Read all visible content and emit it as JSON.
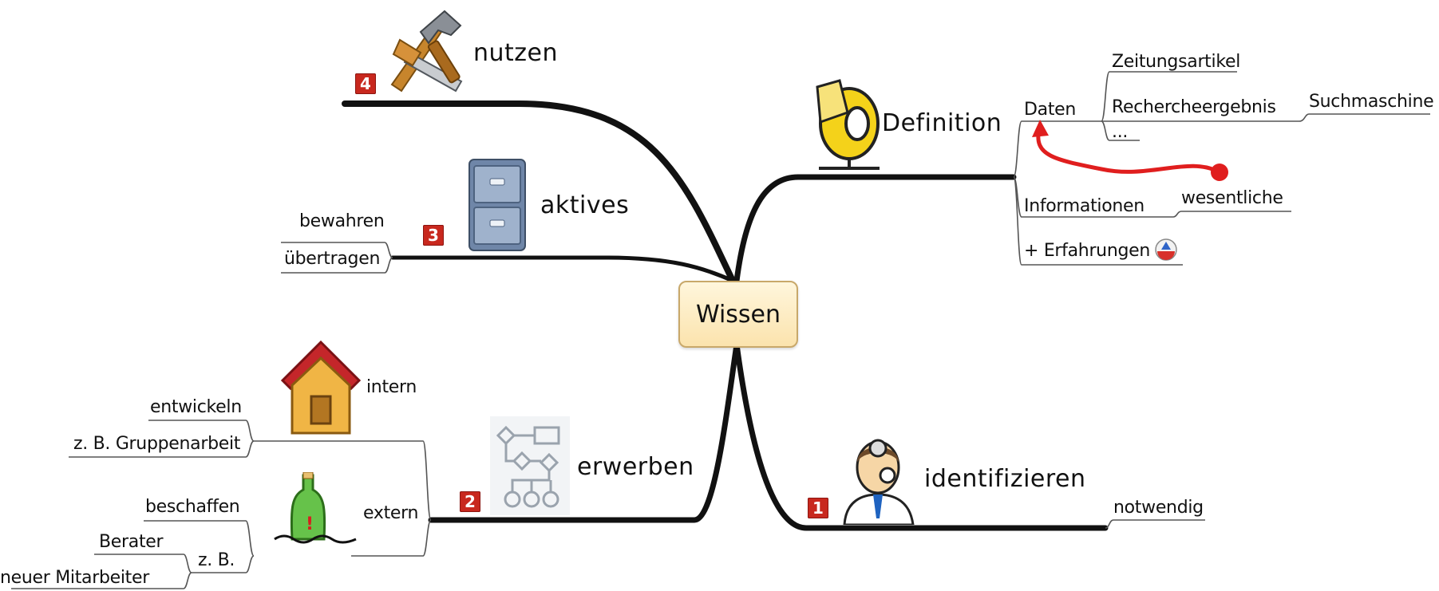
{
  "center": {
    "label": "Wissen"
  },
  "branches": {
    "nutzen": {
      "label": "nutzen",
      "number": "4",
      "icon": "hammer-saw-icon"
    },
    "aktives": {
      "label": "aktives",
      "number": "3",
      "icon": "file-cabinet-icon",
      "children": {
        "bewahren": "bewahren",
        "uebertragen": "übertragen"
      }
    },
    "erwerben": {
      "label": "erwerben",
      "number": "2",
      "icon": "flowchart-icon",
      "intern": {
        "label": "intern",
        "icon": "house-icon",
        "children": {
          "entwickeln": "entwickeln",
          "gruppenarbeit": "z. B. Gruppenarbeit"
        }
      },
      "extern": {
        "label": "extern",
        "icon": "message-in-bottle-icon",
        "children": {
          "beschaffen": "beschaffen",
          "zb": "z. B.",
          "berater": "Berater",
          "mitarbeiter": "neuer Mitarbeiter"
        }
      }
    },
    "definition": {
      "label": "Definition",
      "icon": "film-reel-icon",
      "daten": {
        "label": "Daten",
        "children": {
          "zeitungsartikel": "Zeitungsartikel",
          "recherche": "Rechercheergebnis",
          "suchmaschine": "Suchmaschine",
          "ellipsis": "..."
        }
      },
      "informationen": {
        "label": "Informationen",
        "wesentliche": "wesentliche"
      },
      "erfahrungen": {
        "label": "+ Erfahrungen",
        "icon": "priority-marker-icon"
      }
    },
    "identifizieren": {
      "label": "identifizieren",
      "number": "1",
      "icon": "doctor-icon",
      "children": {
        "notwendig": "notwendig"
      }
    }
  },
  "colors": {
    "branch": "#111111",
    "node_fill": "#fbe3ad",
    "node_border": "#c8a86a",
    "badge": "#c8281e",
    "relation_arrow": "#e01e1e"
  }
}
